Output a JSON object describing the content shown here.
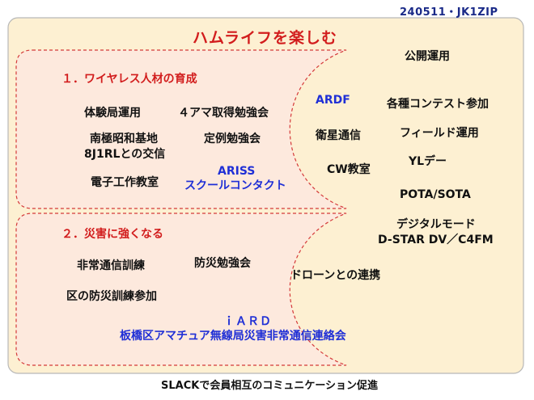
{
  "header": {
    "stamp": "240511・JK1ZIP"
  },
  "title": "ハムライフを楽しむ",
  "section1": {
    "title": "１．ワイヤレス人材の育成",
    "items": {
      "taiken": "体験局運用",
      "yonama": "４アマ取得勉強会",
      "nankyoku_1": "南極昭和基地",
      "nankyoku_2": "8J1RLとの交信",
      "teirei": "定例勉強会",
      "denshi": "電子工作教室",
      "ariss_1": "ARISS",
      "ariss_2": "スクールコンタクト"
    }
  },
  "section2": {
    "title": "２．災害に強くなる",
    "items": {
      "hijou": "非常通信訓練",
      "bousai": "防災勉強会",
      "ku_bousai": "区の防災訓練参加",
      "drone": "ドローンとの連携",
      "iard_1": "ｉＡＲＤ",
      "iard_2": "板橋区アマチュア無線局災害非常通信連絡会"
    }
  },
  "right": {
    "koukai": "公開運用",
    "ardf": "ARDF",
    "contest": "各種コンテスト参加",
    "eisei": "衛星通信",
    "field": "フィールド運用",
    "cw": "CW教室",
    "yl": "YLデー",
    "pota": "POTA/SOTA",
    "digital_1": "デジタルモード",
    "digital_2": "D-STAR DV／C4FM"
  },
  "footer": "SLACKで会員相互のコミュニケーション促進",
  "colors": {
    "frame_fill": "#fdf0d2",
    "frame_border": "#b8b8b8",
    "region_fill": "#fde9dd",
    "region_border": "#d43a3a",
    "text_black": "#111111",
    "text_blue": "#1f2fd6",
    "text_red": "#d21d1d",
    "text_navy": "#1a2a88"
  }
}
